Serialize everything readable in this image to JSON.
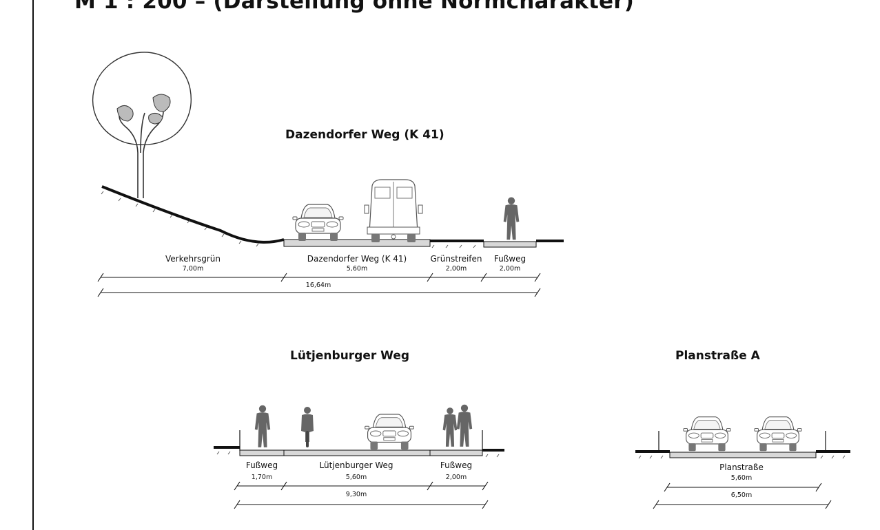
{
  "header": {
    "title": "M 1 : 200 – (Darstellung ohne Normcharakter)"
  },
  "sections": {
    "dazendorfer": {
      "title": "Dazendorfer Weg (K 41)",
      "segments": [
        {
          "label": "Verkehrsgrün",
          "width": "7,00m"
        },
        {
          "label": "Dazendorfer Weg (K 41)",
          "width": "5,60m"
        },
        {
          "label": "Grünstreifen",
          "width": "2,00m"
        },
        {
          "label": "Fußweg",
          "width": "2,00m"
        }
      ],
      "total": "16,64m"
    },
    "luetjenburger": {
      "title": "Lütjenburger Weg",
      "segments": [
        {
          "label": "Fußweg",
          "width": "1,70m"
        },
        {
          "label": "Lütjenburger Weg",
          "width": "5,60m"
        },
        {
          "label": "Fußweg",
          "width": "2,00m"
        }
      ],
      "total": "9,30m"
    },
    "planstrasse": {
      "title": "Planstraße A",
      "segments": [
        {
          "label": "Planstraße",
          "width": "5,60m"
        }
      ],
      "total": "6,50m"
    }
  },
  "colors": {
    "ink": "#111111",
    "road": "#d8d8d8",
    "figure": "#666666",
    "vehicle_line": "#555555"
  }
}
